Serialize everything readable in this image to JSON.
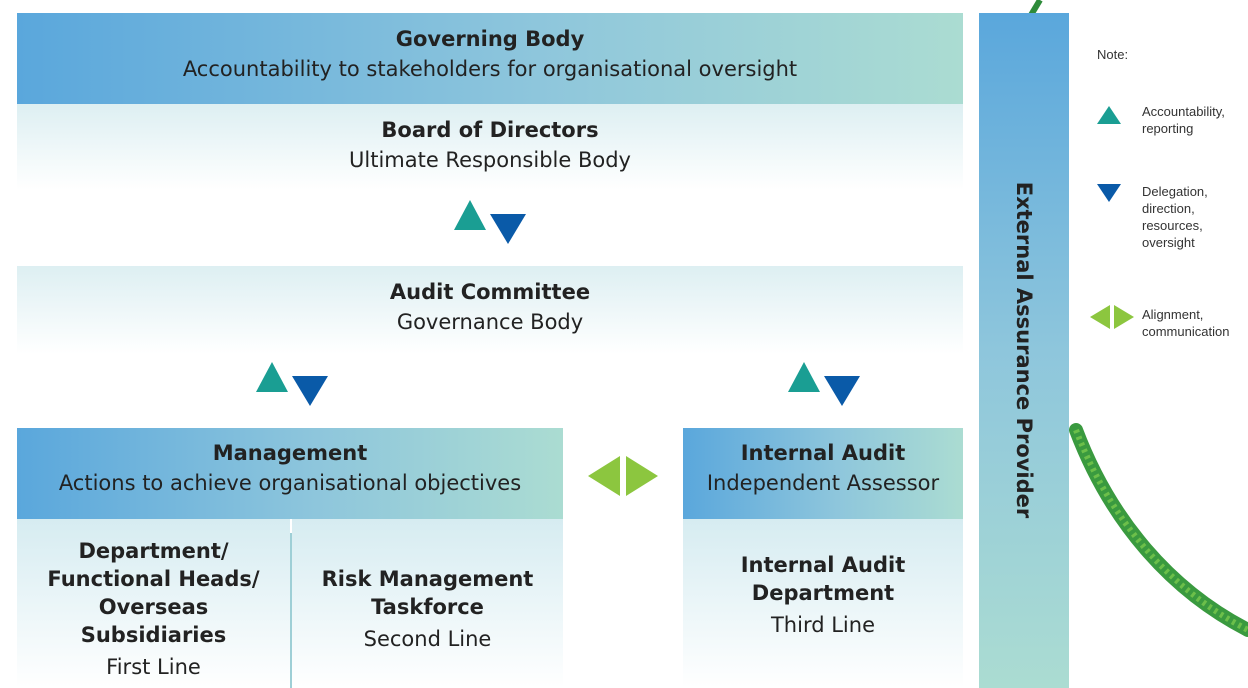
{
  "governing_body": {
    "title": "Governing Body",
    "subtitle": "Accountability to stakeholders for organisational oversight"
  },
  "board": {
    "title": "Board of Directors",
    "subtitle": "Ultimate Responsible Body"
  },
  "audit_committee": {
    "title": "Audit Committee",
    "subtitle": "Governance Body"
  },
  "management": {
    "title": "Management",
    "subtitle": "Actions to achieve organisational objectives",
    "first_line": {
      "title_lines": [
        "Department/",
        "Functional Heads/",
        "Overseas",
        "Subsidiaries"
      ],
      "subtitle": "First Line"
    },
    "second_line": {
      "title_lines": [
        "Risk Management",
        "Taskforce"
      ],
      "subtitle": "Second Line"
    }
  },
  "internal_audit": {
    "title": "Internal Audit",
    "subtitle": "Independent Assessor",
    "department": {
      "title_lines": [
        "Internal Audit",
        "Department"
      ],
      "subtitle": "Third Line"
    }
  },
  "external": {
    "title": "External Assurance Provider"
  },
  "legend": {
    "note": "Note:",
    "items": [
      {
        "icon": "up-triangle-icon",
        "lines": [
          "Accountability,",
          "reporting"
        ]
      },
      {
        "icon": "down-triangle-icon",
        "lines": [
          "Delegation,",
          "direction,",
          "resources,",
          "oversight"
        ]
      },
      {
        "icon": "left-right-arrows-icon",
        "lines": [
          "Alignment,",
          "communication"
        ]
      }
    ]
  },
  "colors": {
    "up_arrow": "#1a9e93",
    "down_arrow": "#0a5aa8",
    "alignment_arrow": "#8cc63f",
    "header_band_start": "#5aa7dc",
    "header_band_end": "#abdcd2"
  }
}
